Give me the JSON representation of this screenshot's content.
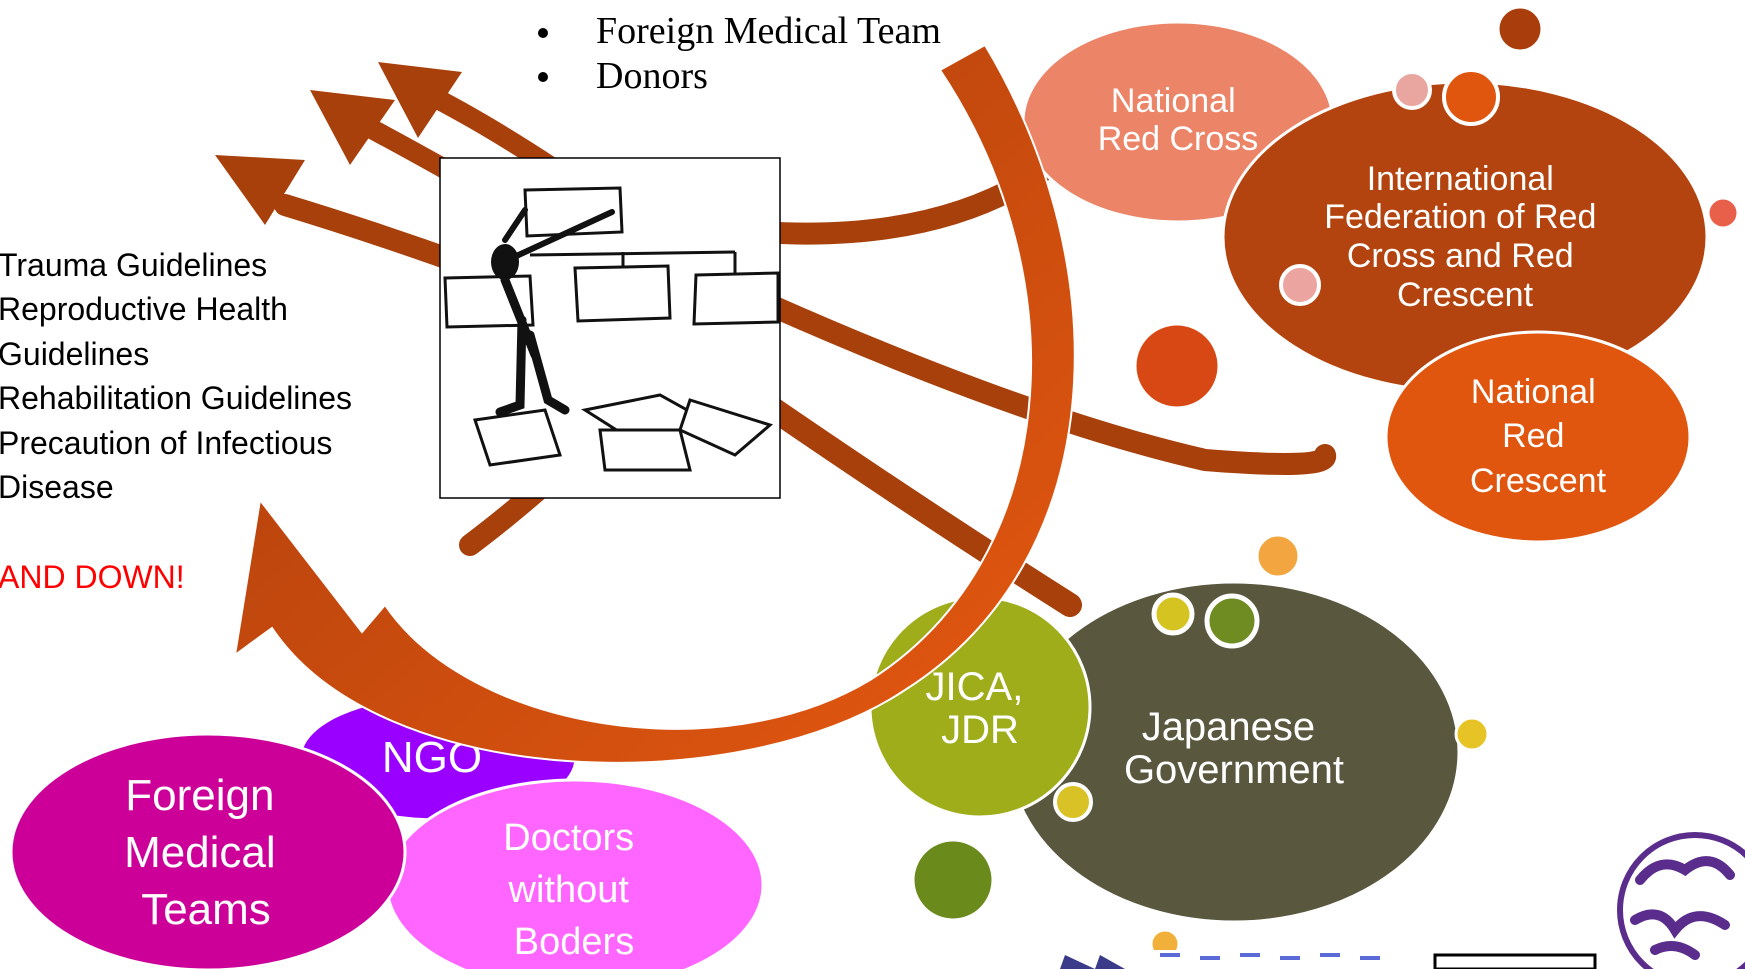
{
  "top_bullets": [
    "Foreign Medical Team",
    "Donors"
  ],
  "left_list": [
    "Trauma Guidelines",
    "Reproductive Health",
    "Guidelines",
    "Rehabilitation Guidelines",
    "Precaution of Infectious",
    "Disease"
  ],
  "left_callout": "AND DOWN!",
  "nodes": {
    "national_red_cross": [
      "National",
      "Red Cross"
    ],
    "ifrc": [
      "International",
      "Federation of Red",
      "Cross and Red",
      "Crescent"
    ],
    "national_red_crescent": [
      "National",
      "Red",
      "Crescent"
    ],
    "jica_jdr": [
      "JICA,",
      "JDR"
    ],
    "japanese_government": [
      "Japanese",
      "Government"
    ],
    "ngo": [
      "NGO"
    ],
    "foreign_medical_teams": [
      "Foreign",
      "Medical",
      "Teams"
    ],
    "doctors_without_boders": [
      "Doctors",
      "without",
      "Boders"
    ]
  },
  "colors": {
    "arrow_dark": "#a8400c",
    "arrow_light": "#e0520e",
    "red_cross": "#ec8468",
    "ifrc": "#b4440f",
    "red_crescent": "#e0560f",
    "jica": "#9fad1b",
    "japanese_government": "#5a573f",
    "ngo": "#9900ff",
    "foreign_medical_teams": "#cc0099",
    "doctors_without_boders": "#ff66ff",
    "callout": "#ff0000"
  }
}
